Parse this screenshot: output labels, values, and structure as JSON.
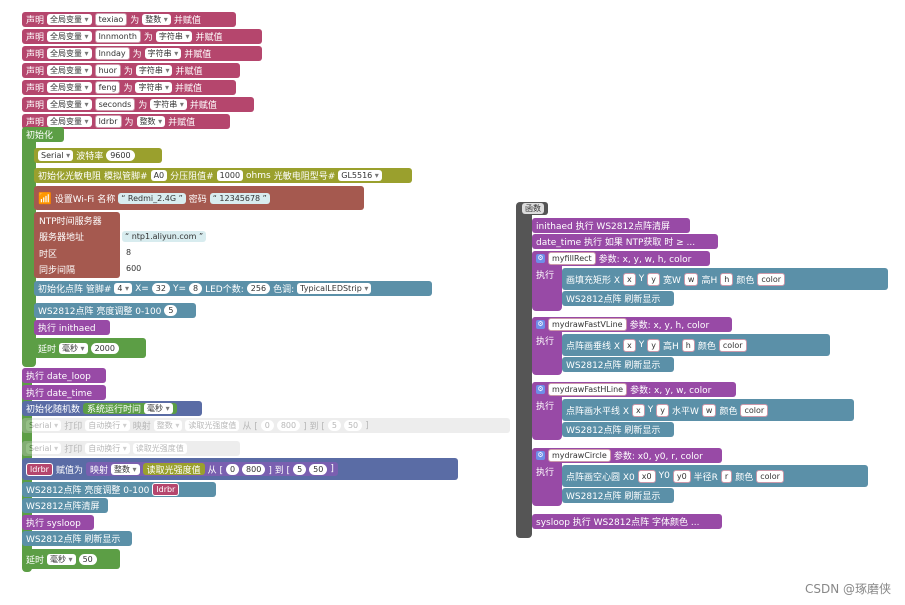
{
  "declare_label": "声明",
  "global_var": "全局变量",
  "as_label": "为",
  "assign_label": "并赋值",
  "type_int": "整数",
  "type_string": "字符串",
  "declarations": [
    {
      "name": "texiao",
      "type": "整数"
    },
    {
      "name": "lnnmonth",
      "type": "字符串"
    },
    {
      "name": "lnnday",
      "type": "字符串"
    },
    {
      "name": "huor",
      "type": "字符串"
    },
    {
      "name": "feng",
      "type": "字符串"
    },
    {
      "name": "seconds",
      "type": "字符串"
    },
    {
      "name": "ldrbr",
      "type": "整数"
    }
  ],
  "setup": {
    "label": "初始化",
    "serial": "Serial",
    "baud_label": "波特率",
    "baud": "9600",
    "ldr": {
      "label": "初始化光敏电阻",
      "pin_label": "模拟管脚#",
      "pin": "A0",
      "res_label": "分压阻值#",
      "res": "1000",
      "ohms": "ohms",
      "model_label": "光敏电阻型号#",
      "model": "GL5516"
    },
    "wifi": {
      "label": "设置Wi-Fi",
      "name_label": "名称",
      "ssid": "Redmi_2.4G",
      "pwd_label": "密码",
      "pwd": "12345678"
    },
    "ntp": {
      "label": "NTP时间服务器",
      "server_label": "服务器地址",
      "server": "ntp1.aliyun.com",
      "tz_label": "时区",
      "tz": "8",
      "interval_label": "同步间隔",
      "interval": "600"
    },
    "matrix": {
      "label": "初始化点阵 管脚#",
      "pin": "4",
      "x_label": "X=",
      "x": "32",
      "y_label": "Y=",
      "y": "8",
      "count_label": "LED个数:",
      "count": "256",
      "color_label": "色调:",
      "strip": "TypicalLEDStrip"
    },
    "brightness": {
      "label": "WS2812点阵 亮度调整 0-100",
      "value": "5"
    },
    "exec_inithaed": "执行  inithaed",
    "delay": {
      "label": "延时",
      "unit": "毫秒",
      "value": "2000"
    }
  },
  "loop": {
    "exec_date_loop": "执行  date_loop",
    "exec_date_time": "执行  date_time",
    "random_seed": "初始化随机数",
    "sys_time": "系统运行时间",
    "ms": "毫秒",
    "faded1": {
      "serial": "Serial",
      "print": "打印",
      "auto": "自动换行",
      "map": "映射",
      "int": "整数",
      "read": "读取光强度值",
      "from": "从 [",
      "a": "0",
      "b": "800",
      "to": "] 到 [",
      "c": "5",
      "d": "50",
      "end": "]"
    },
    "faded2": {
      "serial": "Serial",
      "print": "打印",
      "auto": "自动换行",
      "read": "读取光强度值"
    },
    "assign": {
      "var": "ldrbr",
      "label": "赋值为",
      "map": "映射",
      "int": "整数",
      "read": "读取光强度值",
      "from": "从 [",
      "a": "0",
      "b": "800",
      "to": "] 到 [",
      "c": "5",
      "d": "50",
      "end": "]"
    },
    "brightness": "WS2812点阵 亮度调整 0-100",
    "brightness_var": "ldrbr",
    "clear": "WS2812点阵清屏",
    "exec_sysloop": "执行  sysloop",
    "refresh": "WS2812点阵 刷新显示",
    "delay": {
      "label": "延时",
      "unit": "毫秒",
      "value": "50"
    }
  },
  "functions": {
    "label": "函数",
    "inithaed": "inithaed 执行 WS2812点阵清屏",
    "date_time": "date_time 执行 如果 NTP获取 时 ≥ ...",
    "exec": "执行",
    "refresh": "WS2812点阵 刷新显示",
    "color": "颜色",
    "myfillRect": {
      "name": "myfillRect",
      "params": "参数:  x, y, w, h, color",
      "body": "画填充矩形 X",
      "y": "Y",
      "w": "宽W",
      "h": "高H"
    },
    "mydrawFastVLine": {
      "name": "mydrawFastVLine",
      "params": "参数:  x, y, h, color",
      "body": "点阵画垂线 X",
      "y": "Y",
      "h": "高H"
    },
    "mydrawFastHLine": {
      "name": "mydrawFastHLine",
      "params": "参数:  x, y, w, color",
      "body": "点阵画水平线 X",
      "y": "Y",
      "w": "水平W"
    },
    "mydrawCircle": {
      "name": "mydrawCircle",
      "params": "参数:  x0, y0, r, color",
      "body": "点阵画空心圆 X0",
      "y": "Y0",
      "r": "半径R"
    },
    "vars": {
      "x": "x",
      "y": "y",
      "w": "w",
      "h": "h",
      "color": "color",
      "x0": "x0",
      "y0": "y0",
      "r": "r"
    },
    "sysloop": "sysloop 执行 WS2812点阵 字体颜色 ..."
  },
  "watermark": "CSDN @琢磨侠"
}
